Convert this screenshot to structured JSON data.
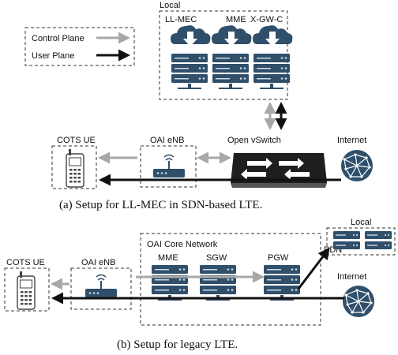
{
  "legend": {
    "control_plane": "Control Plane",
    "user_plane": "User Plane"
  },
  "top": {
    "local": "Local",
    "ll_mec": "LL-MEC",
    "mme": "MME",
    "xgwc": "X-GW-C",
    "cots_ue": "COTS UE",
    "oai_enb": "OAI eNB",
    "ovs": "Open vSwitch",
    "internet": "Internet",
    "caption": "(a) Setup for LL-MEC in SDN-based LTE."
  },
  "bottom": {
    "core": "OAI Core Network",
    "mme": "MME",
    "sgw": "SGW",
    "pgw": "PGW",
    "local": "Local",
    "pdn": "PDN",
    "cots_ue": "COTS UE",
    "oai_enb": "OAI eNB",
    "internet": "Internet",
    "caption": "(b) Setup for legacy LTE."
  },
  "colors": {
    "control": "#a8a8a8",
    "user": "#111111",
    "server": "#2f4f6a",
    "cloud": "#2f4f6a"
  }
}
